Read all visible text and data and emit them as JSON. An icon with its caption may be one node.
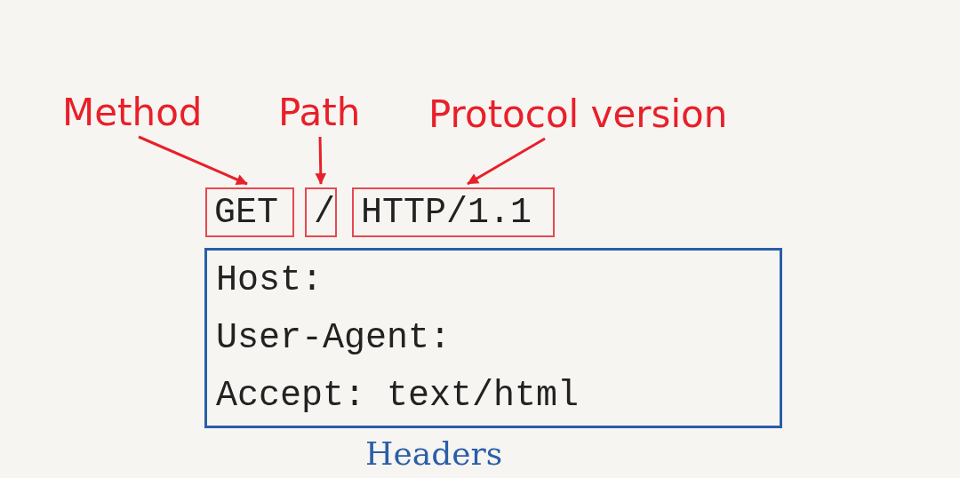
{
  "diagram": {
    "nodes": [
      {
        "text": [
          "Method"
        ]
      },
      {
        "text": [
          "Path"
        ]
      },
      {
        "text": [
          "Protocol version"
        ]
      },
      {
        "text": [
          "GET"
        ]
      },
      {
        "text": [
          "/"
        ]
      },
      {
        "text": [
          "HTTP/1.1"
        ]
      },
      {
        "text": [
          "Host:",
          "User-Agent:",
          "Accept: text/html",
          "Headers"
        ]
      }
    ],
    "edges": [
      {
        "from": 0,
        "to": 3,
        "arrow": "to"
      },
      {
        "from": 1,
        "to": 4,
        "arrow": "to"
      },
      {
        "from": 2,
        "to": 5,
        "arrow": "to"
      }
    ]
  }
}
